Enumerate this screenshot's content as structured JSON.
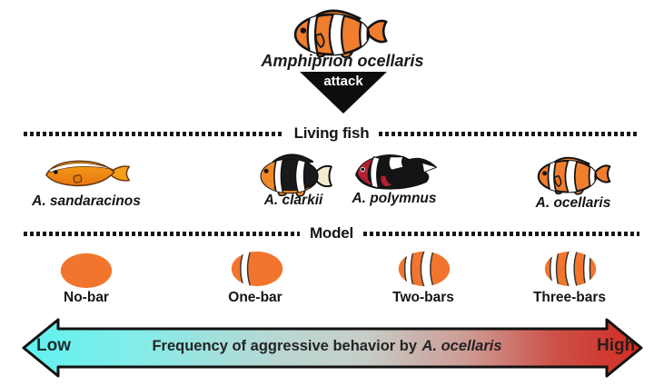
{
  "colors": {
    "orange": "#F1752D",
    "outline": "#131313",
    "gradient_low": "#60F2F0",
    "gradient_mid": "#C6CEC8",
    "gradient_high": "#D22B22",
    "clarkii_tail_cream": "#F4EDCD",
    "polymnus_red": "#B32032"
  },
  "header": {
    "species_title": "Amphiprion ocellaris",
    "attack_label": "attack"
  },
  "sections": {
    "living_fish_label": "Living fish",
    "model_label": "Model"
  },
  "living_fish": {
    "items": [
      {
        "name": "A. sandaracinos"
      },
      {
        "name": "A. clarkii"
      },
      {
        "name": "A. polymnus"
      },
      {
        "name": "A. ocellaris"
      }
    ]
  },
  "models": {
    "items": [
      {
        "label": "No-bar",
        "bars": 0
      },
      {
        "label": "One-bar",
        "bars": 1
      },
      {
        "label": "Two-bars",
        "bars": 2
      },
      {
        "label": "Three-bars",
        "bars": 3
      }
    ]
  },
  "axis": {
    "low_label": "Low",
    "high_label": "High",
    "caption_prefix": "Frequency of aggressive behavior by",
    "caption_species": "A. ocellaris"
  }
}
